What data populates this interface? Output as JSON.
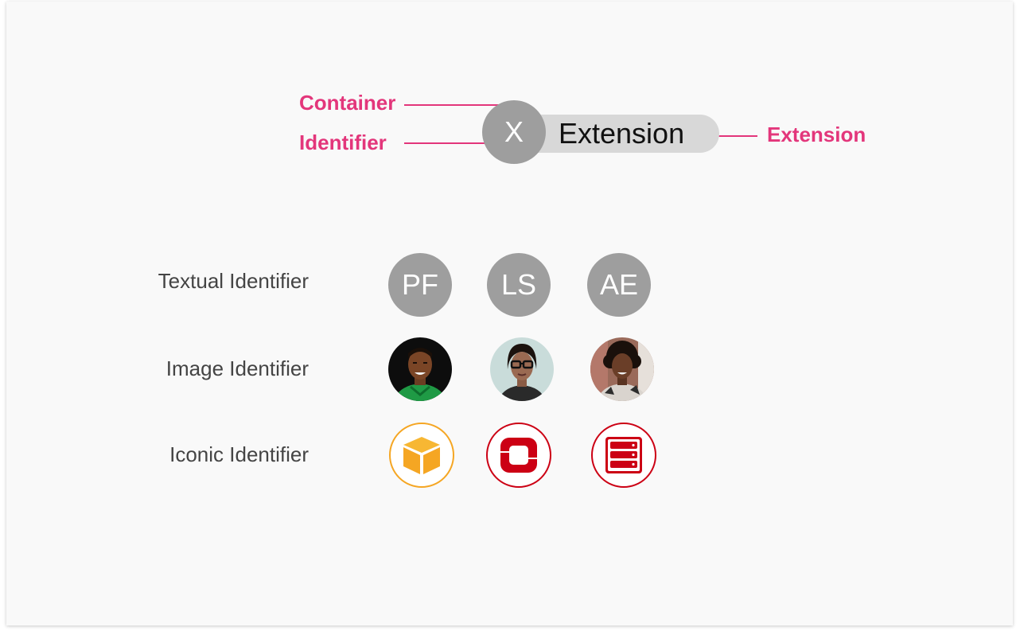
{
  "anatomy": {
    "labels": {
      "container": "Container",
      "identifier": "Identifier",
      "extension": "Extension"
    },
    "chip": {
      "identifier_text": "X",
      "extension_text": "Extension"
    }
  },
  "examples": {
    "textual": {
      "label": "Textual Identifier",
      "items": [
        "PF",
        "LS",
        "AE"
      ]
    },
    "image": {
      "label": "Image Identifier",
      "items": [
        "person-photo-1",
        "person-photo-2",
        "person-photo-3"
      ]
    },
    "iconic": {
      "label": "Iconic Identifier",
      "items": [
        "package-box-icon",
        "openshift-ring-icon",
        "server-stack-icon"
      ]
    }
  },
  "colors": {
    "accent": "#e3367b",
    "circle_grey": "#9e9e9e",
    "pill_grey": "#d8d8d8",
    "icon_orange": "#f5a623",
    "icon_red": "#cc0014",
    "background": "#f9f9f9"
  }
}
